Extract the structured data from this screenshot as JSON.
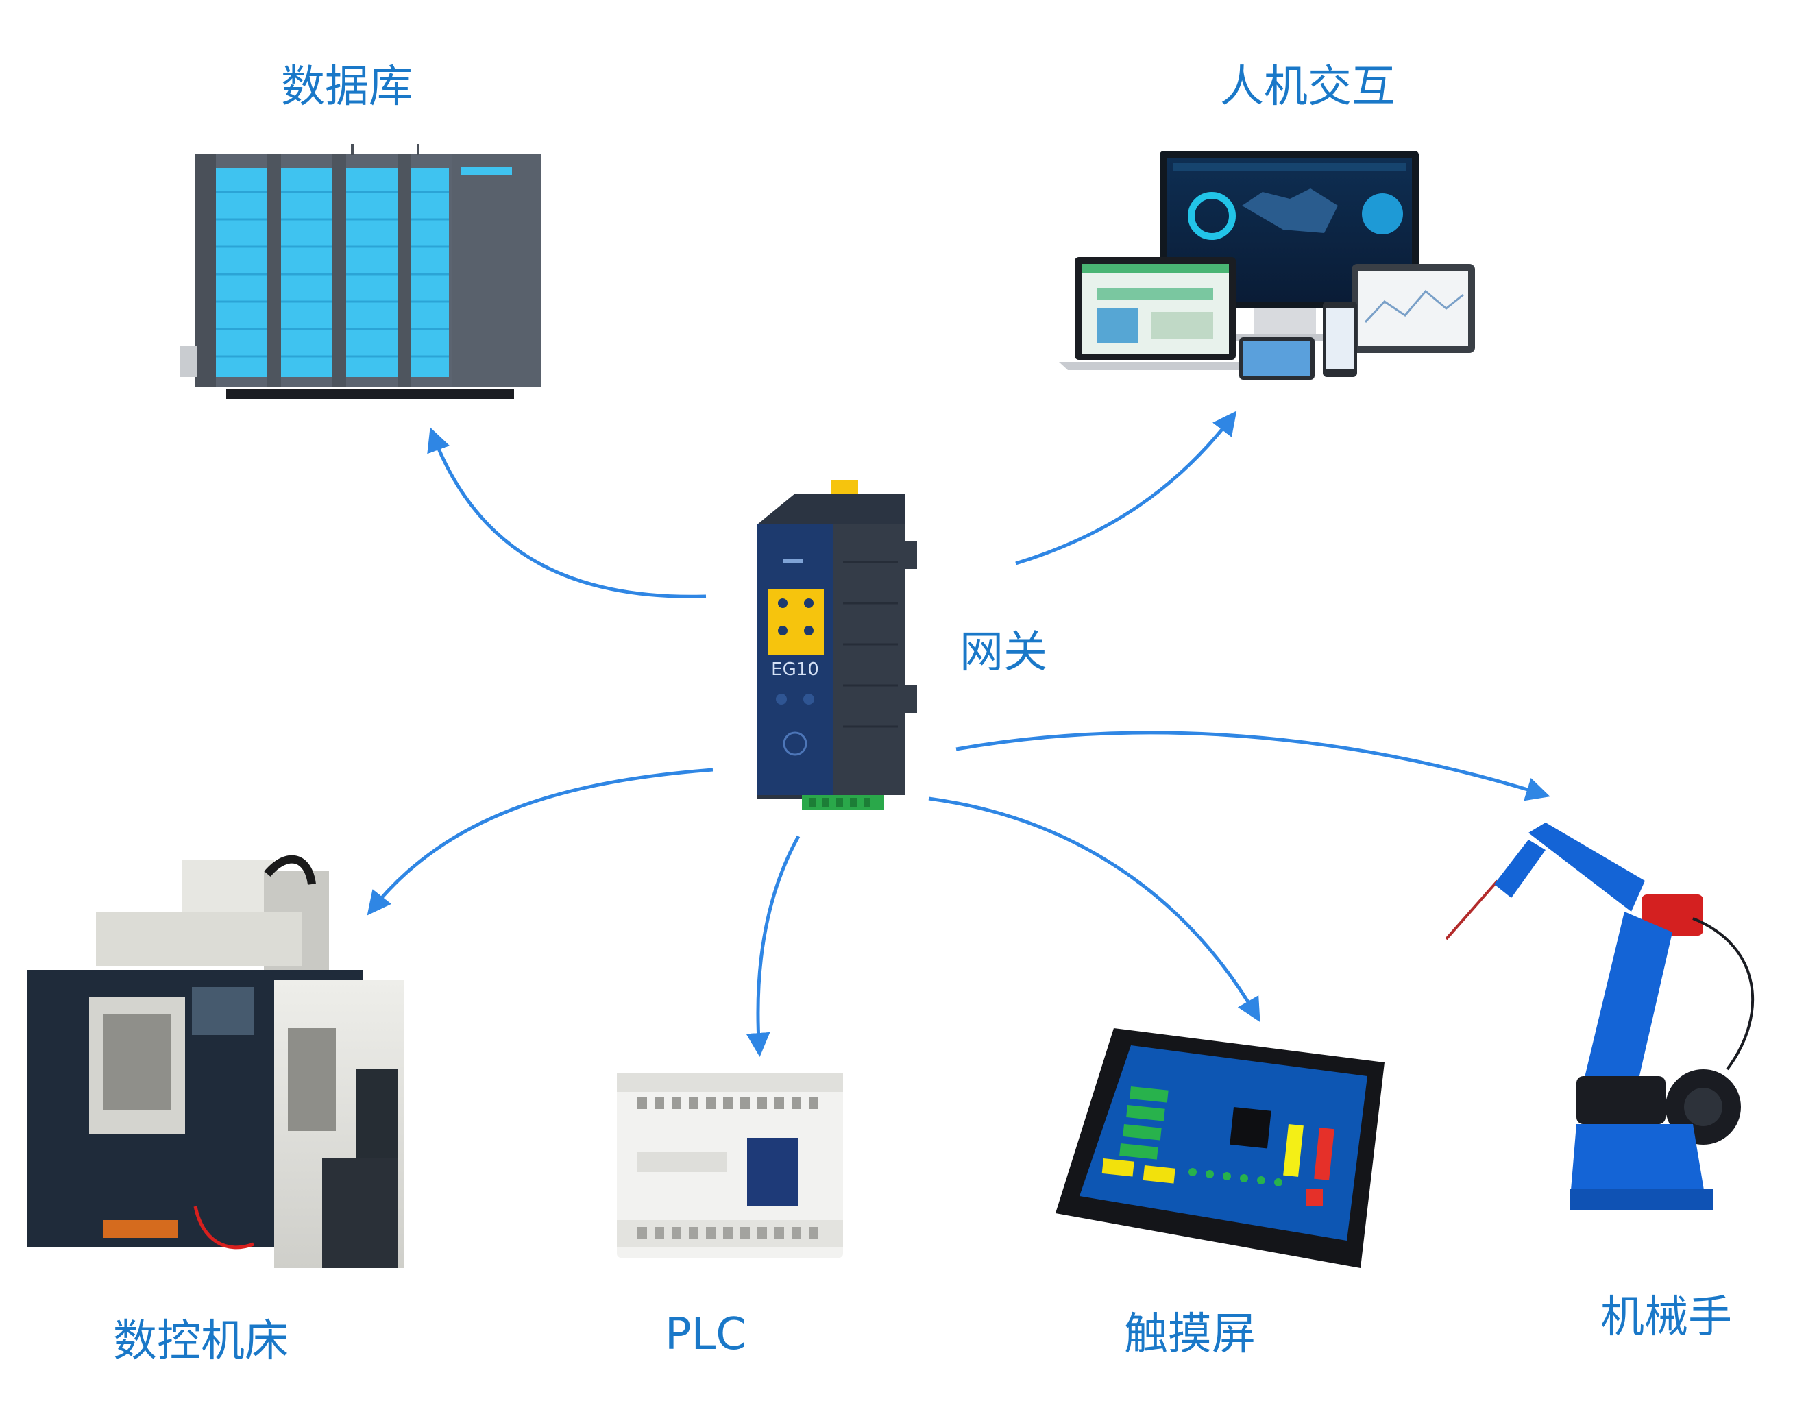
{
  "colors": {
    "arrow": "#2f86e4",
    "label": "#1a78c8",
    "gateway_body": "#2b3a4e",
    "gateway_front": "#1d3a6e",
    "gateway_panel": "#f6c40d",
    "terminal": "#2aa84a",
    "server_body": "#5e6670",
    "server_slot": "#3fc3f0",
    "robot": "#1464d6"
  },
  "labels": {
    "database": "数据库",
    "hmi": "人机交互",
    "gateway": "网关",
    "cnc": "数控机床",
    "plc": "PLC",
    "touchscreen": "触摸屏",
    "robot_arm": "机械手"
  },
  "device": {
    "gateway_model": "EG10"
  },
  "icons": {
    "database": "server-rack-icon",
    "hmi": "multi-screen-dashboard-icon",
    "gateway": "industrial-gateway-icon",
    "cnc": "cnc-machine-icon",
    "plc": "plc-controller-icon",
    "touchscreen": "tablet-touchscreen-icon",
    "robot_arm": "robot-arm-icon"
  }
}
